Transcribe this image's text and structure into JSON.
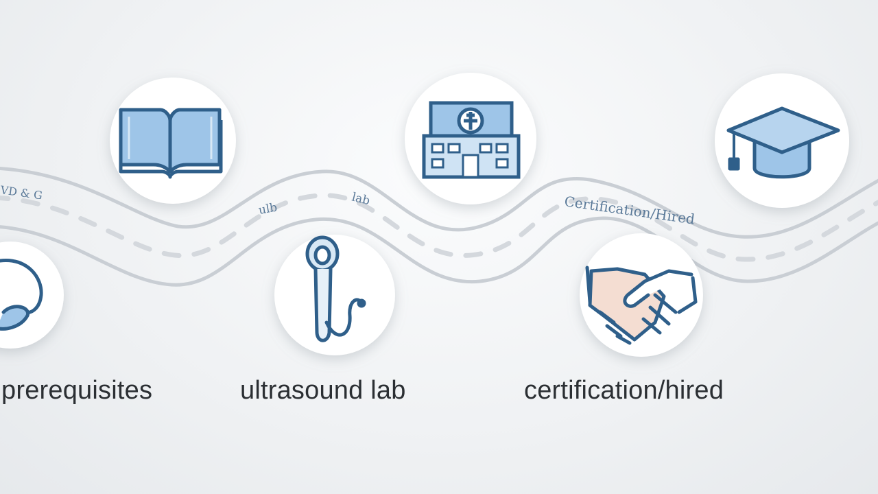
{
  "steps": {
    "prerequisites": {
      "label": "prerequisites",
      "icon": "book-icon"
    },
    "hospital": {
      "icon": "hospital-icon"
    },
    "ultrasound_lab": {
      "label": "ultrasound lab",
      "icon": "ultrasound-probe-icon"
    },
    "handshake": {
      "icon": "handshake-icon"
    },
    "graduation": {
      "icon": "graduation-cap-icon"
    },
    "stethoscope": {
      "icon": "stethoscope-icon"
    }
  },
  "road_labels": {
    "left": "VD & G",
    "ulb": "ulb",
    "lab": "lab",
    "certification": "Certification/Hired"
  },
  "bottom_labels": {
    "certification": "certification/hired"
  },
  "colors": {
    "icon_stroke": "#2f5f8a",
    "icon_fill": "#9ec5e8",
    "road_stroke": "#c9ced4",
    "road_dash": "#d7dbe0",
    "skin": "#f4ddd2"
  }
}
